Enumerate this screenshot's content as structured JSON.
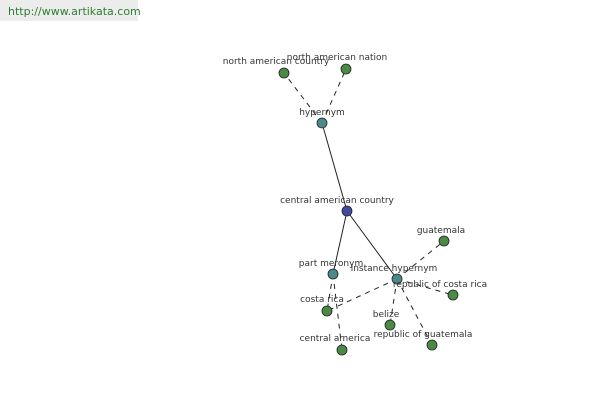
{
  "banner": {
    "url": "http://www.artikata.com"
  },
  "colors": {
    "center": "#3f4aa0",
    "relation": "#4a8a8a",
    "leaf": "#4a8a44",
    "stroke": "#222222",
    "edge": "#222222"
  },
  "nodes": [
    {
      "id": "central-american-country",
      "label": "central american country",
      "kind": "center"
    },
    {
      "id": "hypernym",
      "label": "hypernym",
      "kind": "relation"
    },
    {
      "id": "part-meronym",
      "label": "part meronym",
      "kind": "relation"
    },
    {
      "id": "instance-hypernym",
      "label": "instance hypernym",
      "kind": "relation"
    },
    {
      "id": "north-american-country",
      "label": "north american country",
      "kind": "leaf"
    },
    {
      "id": "north-american-nation",
      "label": "north american nation",
      "kind": "leaf"
    },
    {
      "id": "costa-rica",
      "label": "costa rica",
      "kind": "leaf"
    },
    {
      "id": "central-america",
      "label": "central america",
      "kind": "leaf"
    },
    {
      "id": "guatemala",
      "label": "guatemala",
      "kind": "leaf"
    },
    {
      "id": "republic-of-costa-rica",
      "label": "republic of costa rica",
      "kind": "leaf"
    },
    {
      "id": "belize",
      "label": "belize",
      "kind": "leaf"
    },
    {
      "id": "republic-of-guatemala",
      "label": "republic of guatemala",
      "kind": "leaf"
    }
  ],
  "edges": [
    {
      "from": "central-american-country",
      "to": "hypernym",
      "style": "solid"
    },
    {
      "from": "central-american-country",
      "to": "part-meronym",
      "style": "solid"
    },
    {
      "from": "central-american-country",
      "to": "instance-hypernym",
      "style": "solid"
    },
    {
      "from": "hypernym",
      "to": "north-american-country",
      "style": "dashed"
    },
    {
      "from": "hypernym",
      "to": "north-american-nation",
      "style": "dashed"
    },
    {
      "from": "part-meronym",
      "to": "costa-rica",
      "style": "dashed"
    },
    {
      "from": "part-meronym",
      "to": "central-america",
      "style": "dashed"
    },
    {
      "from": "instance-hypernym",
      "to": "guatemala",
      "style": "dashed"
    },
    {
      "from": "instance-hypernym",
      "to": "republic-of-costa-rica",
      "style": "dashed"
    },
    {
      "from": "instance-hypernym",
      "to": "belize",
      "style": "dashed"
    },
    {
      "from": "instance-hypernym",
      "to": "republic-of-guatemala",
      "style": "dashed"
    },
    {
      "from": "instance-hypernym",
      "to": "costa-rica",
      "style": "dashed"
    }
  ]
}
